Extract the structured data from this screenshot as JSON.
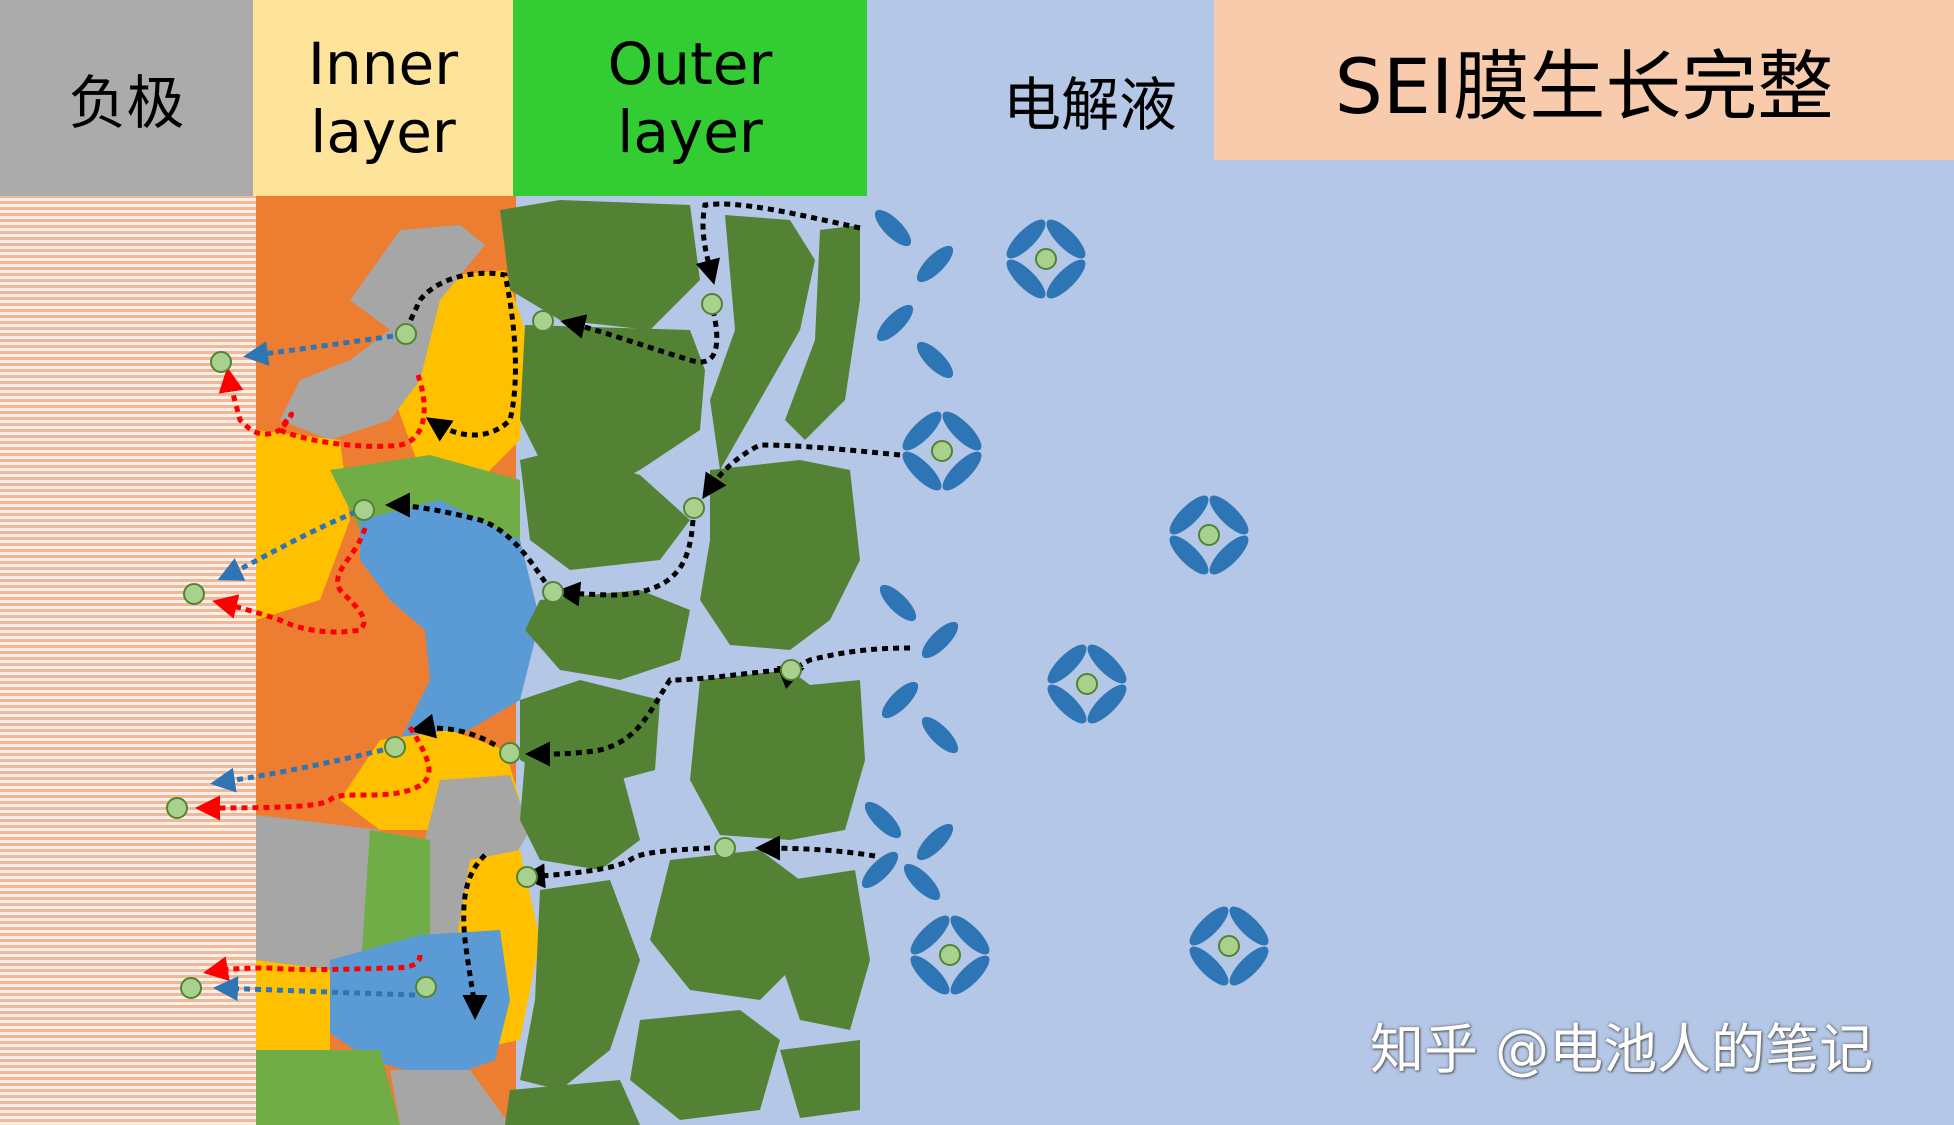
{
  "labels": {
    "anode": "负极",
    "inner_layer": "Inner\nlayer",
    "outer_layer": "Outer\nlayer",
    "electrolyte": "电解液",
    "title": "SEI膜生长完整"
  },
  "watermark": "知乎 @电池人的笔记",
  "colors": {
    "anode_header": "#ababab",
    "inner_header": "#fde49a",
    "outer_header": "#33cc33",
    "title_box": "#f8cbad",
    "electrolyte": "#b4c7e7",
    "orange": "#ed7d31",
    "yellow": "#ffc000",
    "gray": "#a6a6a6",
    "light_green": "#70ad47",
    "blue": "#5b9bd5",
    "dark_green": "#548235",
    "molecule": "#2e75b6",
    "particle": "#a9d18e",
    "path_black": "#000000",
    "path_blue": "#2e75b6",
    "path_red": "#ff0000"
  },
  "icons": {
    "solvent_molecule": "four-petal-molecule-icon",
    "ion": "green-circle-icon"
  }
}
